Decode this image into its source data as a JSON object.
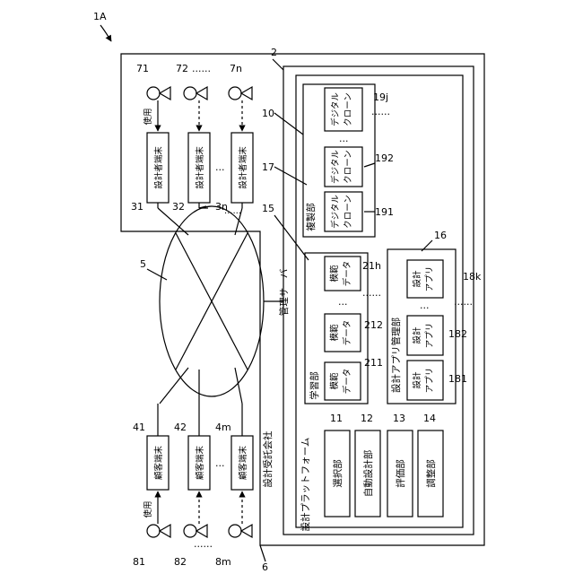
{
  "figure": {
    "label": "1A",
    "refs": {
      "design_company": "2",
      "network": "5",
      "customer_company": "6",
      "platform": "10",
      "selection": "11",
      "auto_design": "12",
      "evaluation": "13",
      "adjustment": "14",
      "learning": "15",
      "app_manager": "16",
      "replication": "17"
    }
  },
  "labels": {
    "management_server": "管理サーバ",
    "design_platform": "設計プラットフォーム",
    "design_company": "設計受託会社",
    "learning_unit": "学習部",
    "app_manager_unit": "設計アプリ管理部",
    "replication_unit": "複製部",
    "selection_unit": "選択部",
    "auto_design_unit": "自動設計部",
    "evaluation_unit": "評価部",
    "adjustment_unit": "調整部",
    "use": "使用",
    "dots": "……",
    "ellipsis": "…"
  },
  "designers": [
    {
      "person_ref": "71",
      "terminal_ref": "31",
      "terminal_label": "設計者端末"
    },
    {
      "person_ref": "72",
      "terminal_ref": "32",
      "terminal_label": "設計者端末"
    },
    {
      "person_ref": "7n",
      "terminal_ref": "3n",
      "terminal_label": "設計者端末"
    }
  ],
  "customers": [
    {
      "person_ref": "81",
      "terminal_ref": "41",
      "terminal_label": "顧客端末"
    },
    {
      "person_ref": "82",
      "terminal_ref": "42",
      "terminal_label": "顧客端末"
    },
    {
      "person_ref": "8m",
      "terminal_ref": "4m",
      "terminal_label": "顧客端末"
    }
  ],
  "model_data": [
    {
      "ref": "211",
      "line1": "模範",
      "line2": "データ"
    },
    {
      "ref": "212",
      "line1": "模範",
      "line2": "データ"
    },
    {
      "ref": "21h",
      "line1": "模範",
      "line2": "データ"
    }
  ],
  "design_apps": [
    {
      "ref": "181",
      "line1": "設計",
      "line2": "アプリ"
    },
    {
      "ref": "182",
      "line1": "設計",
      "line2": "アプリ"
    },
    {
      "ref": "18k",
      "line1": "設計",
      "line2": "アプリ"
    }
  ],
  "clones": [
    {
      "ref": "191",
      "line1": "デジタル",
      "line2": "クローン"
    },
    {
      "ref": "192",
      "line1": "デジタル",
      "line2": "クローン"
    },
    {
      "ref": "19j",
      "line1": "デジタル",
      "line2": "クローン"
    }
  ]
}
